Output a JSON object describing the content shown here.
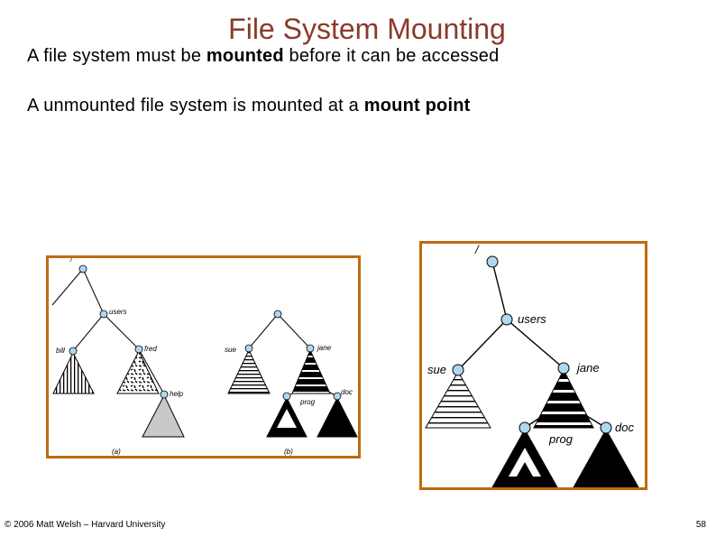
{
  "slide": {
    "title": "File System Mounting",
    "bullet1": {
      "pre": "A file system must be ",
      "bold": "mounted",
      "post": " before it can be accessed"
    },
    "bullet2": {
      "pre": "A unmounted file system  is mounted at a ",
      "bold": "mount point"
    }
  },
  "figure_left": {
    "root": "/",
    "users": "users",
    "bill": "bill",
    "fred": "fred",
    "help": "help",
    "sue": "sue",
    "jane": "jane",
    "prog": "prog",
    "doc": "doc",
    "caption_a": "(a)",
    "caption_b": "(b)"
  },
  "figure_right": {
    "root": "/",
    "users": "users",
    "sue": "sue",
    "jane": "jane",
    "prog": "prog",
    "doc": "doc"
  },
  "footer": {
    "copyright": "© 2006 Matt Welsh – Harvard University",
    "page_number": "58"
  },
  "colors": {
    "title": "#8b3a2a",
    "frame": "#c06a12",
    "node": "#add8f0"
  }
}
